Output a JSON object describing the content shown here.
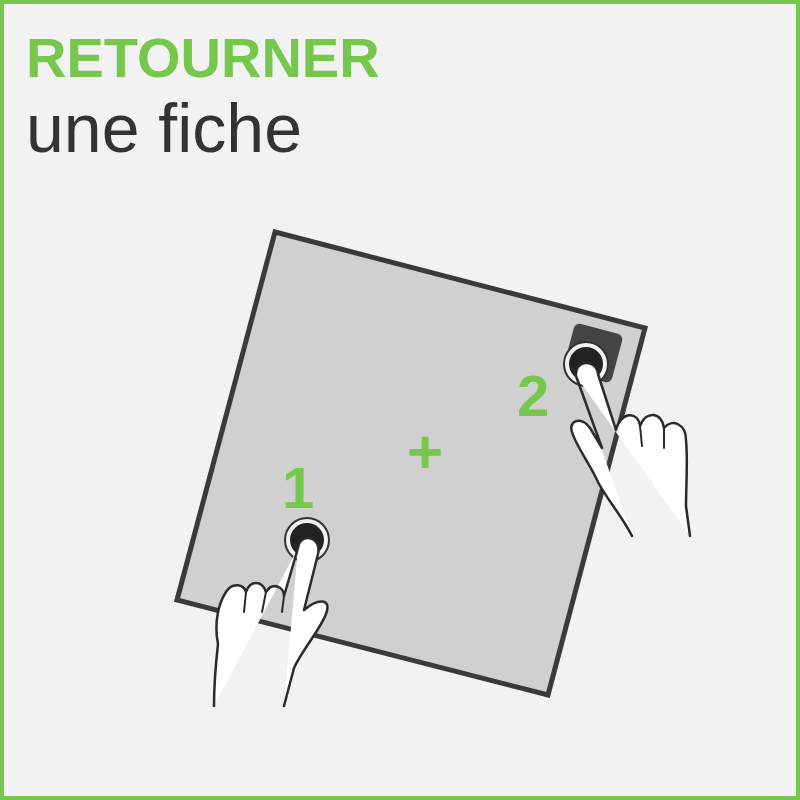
{
  "diagram": {
    "title": "RETOURNER",
    "labels": [
      "une fiche",
      "1",
      "+",
      "2"
    ]
  }
}
